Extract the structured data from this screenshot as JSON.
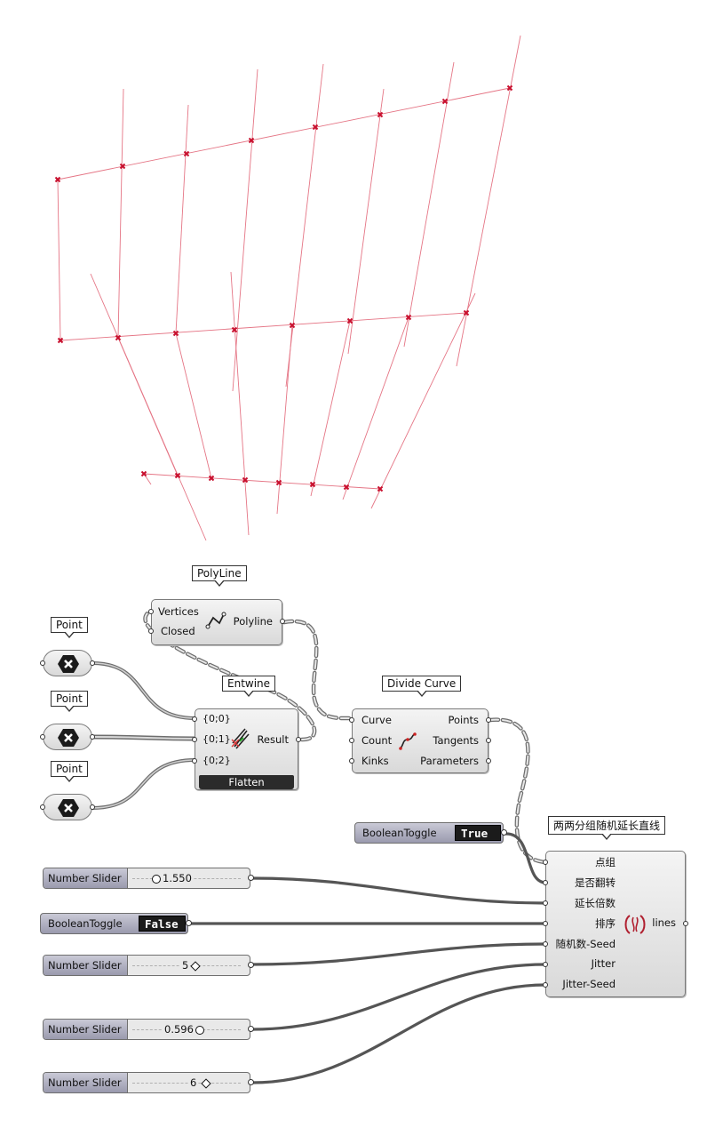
{
  "viewport": {
    "accent": "#c8102e",
    "line_color": "#e06b7b"
  },
  "components": {
    "polyline": {
      "tag": "PolyLine",
      "inputs": [
        "Vertices",
        "Closed"
      ],
      "output": "Polyline",
      "icon": "polyline-icon"
    },
    "entwine": {
      "tag": "Entwine",
      "inputs": [
        "{0;0}",
        "{0;1}",
        "{0;2}"
      ],
      "output": "Result",
      "footer": "Flatten",
      "icon": "entwine-icon"
    },
    "divide_curve": {
      "tag": "Divide Curve",
      "inputs": [
        "Curve",
        "Count",
        "Kinks"
      ],
      "outputs": [
        "Points",
        "Tangents",
        "Parameters"
      ],
      "icon": "divide-curve-icon"
    },
    "points": [
      {
        "tag": "Point",
        "icon": "point-param-icon"
      },
      {
        "tag": "Point",
        "icon": "point-param-icon"
      },
      {
        "tag": "Point",
        "icon": "point-param-icon"
      }
    ],
    "cluster": {
      "tag": "两两分组随机延长直线",
      "inputs": [
        "点组",
        "是否翻转",
        "延长倍数",
        "排序",
        "随机数-Seed",
        "Jitter",
        "Jitter-Seed"
      ],
      "output": "lines",
      "icon": "cluster-icon"
    }
  },
  "sliders": [
    {
      "label": "Number Slider",
      "value": "1.550"
    },
    {
      "label": "Number Slider",
      "value": "5"
    },
    {
      "label": "Number Slider",
      "value": "0.596"
    },
    {
      "label": "Number Slider",
      "value": "6"
    }
  ],
  "toggles": [
    {
      "label": "BooleanToggle",
      "state": "True"
    },
    {
      "label": "BooleanToggle",
      "state": "False"
    }
  ]
}
